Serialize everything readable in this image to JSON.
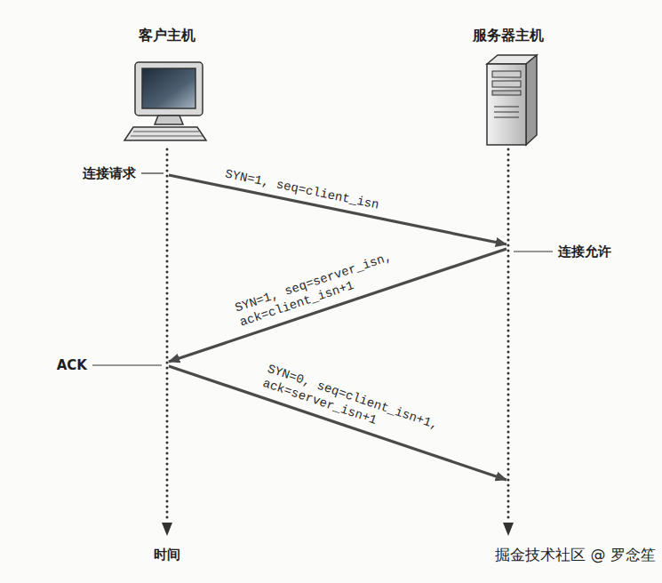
{
  "diagram": {
    "nodes": [
      {
        "text": [
          "客户主机"
        ]
      },
      {
        "text": [
          "服务器主机"
        ]
      }
    ],
    "edges": [
      {
        "from": 0,
        "to": 1,
        "arrow": "to",
        "label": "SYN=1, seq=client_isn"
      },
      {
        "from": 1,
        "to": 0,
        "arrow": "to",
        "label": "SYN=1, seq=server_isn, ack=client_isn+1"
      },
      {
        "from": 0,
        "to": 1,
        "arrow": "to",
        "label": "SYN=0, seq=client_isn+1, ack=server_isn+1"
      }
    ],
    "labels": [
      "连接请求",
      "连接允许",
      "ACK",
      "时间",
      "掘金技术社区 @ 罗念笙"
    ]
  }
}
